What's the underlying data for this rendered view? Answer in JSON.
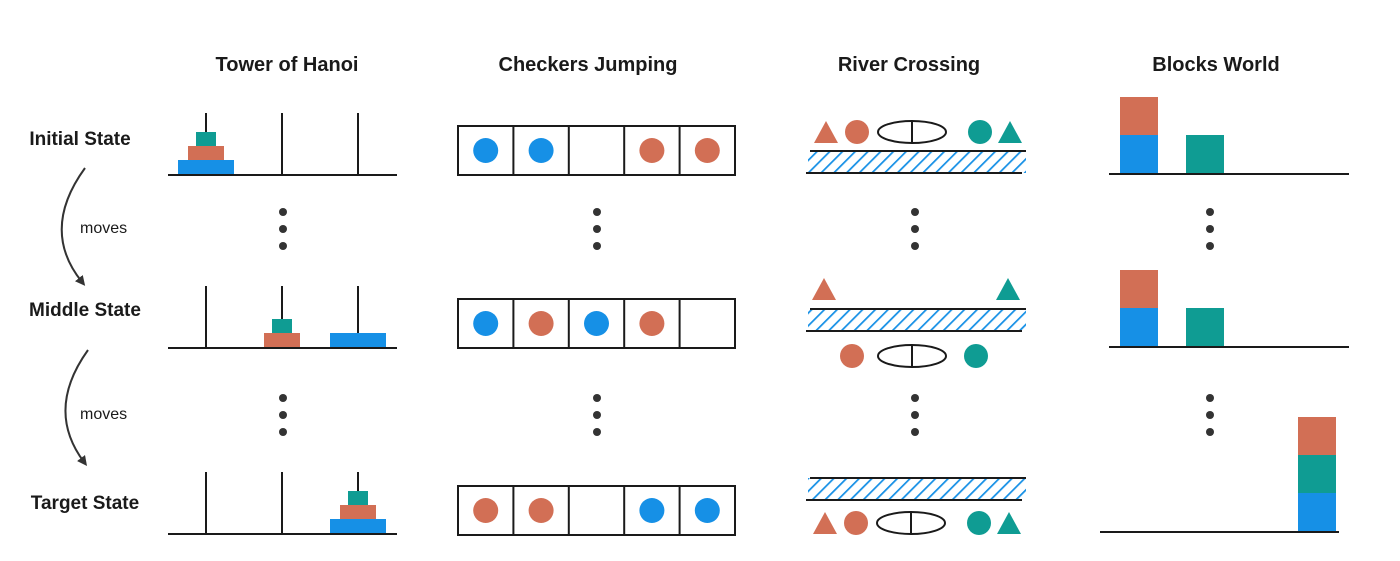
{
  "colors": {
    "blue": "#1690e6",
    "orange": "#d26f55",
    "teal": "#0f9c93",
    "line": "#1a1a1a",
    "dot": "#333333"
  },
  "columns": [
    {
      "id": "hanoi",
      "title": "Tower of Hanoi"
    },
    {
      "id": "checkers",
      "title": "Checkers Jumping"
    },
    {
      "id": "river",
      "title": "River Crossing"
    },
    {
      "id": "blocks",
      "title": "Blocks World"
    }
  ],
  "rows": [
    {
      "id": "initial",
      "label": "Initial State"
    },
    {
      "id": "middle",
      "label": "Middle State"
    },
    {
      "id": "target",
      "label": "Target State"
    }
  ],
  "transitions": [
    {
      "label": "moves"
    },
    {
      "label": "moves"
    }
  ],
  "hanoi": {
    "disk_colors": [
      "blue",
      "orange",
      "teal"
    ],
    "states": [
      {
        "pegs": [
          [
            0,
            1,
            2
          ],
          [],
          []
        ]
      },
      {
        "pegs": [
          [],
          [
            1,
            2
          ],
          [
            0
          ]
        ]
      },
      {
        "pegs": [
          [],
          [],
          [
            0,
            1,
            2
          ]
        ]
      }
    ]
  },
  "checkers": {
    "states": [
      [
        "blue",
        "blue",
        null,
        "orange",
        "orange"
      ],
      [
        "blue",
        "orange",
        "blue",
        "orange",
        null
      ],
      [
        "orange",
        "orange",
        null,
        "blue",
        "blue"
      ]
    ]
  },
  "river": {
    "states": [
      {
        "near_bank": [
          "orange-triangle",
          "orange-circle",
          "boat",
          "teal-circle",
          "teal-triangle"
        ],
        "far_bank": []
      },
      {
        "near_bank": [
          "orange-circle",
          "boat",
          "teal-circle"
        ],
        "far_bank": [
          "orange-triangle",
          "teal-triangle"
        ]
      },
      {
        "near_bank": [
          "orange-triangle",
          "orange-circle",
          "boat",
          "teal-circle",
          "teal-triangle"
        ],
        "far_bank": []
      }
    ]
  },
  "blocks": {
    "states": [
      {
        "stacks": [
          [
            "blue",
            "orange"
          ],
          [
            "teal"
          ],
          []
        ]
      },
      {
        "stacks": [
          [
            "blue",
            "orange"
          ],
          [
            "teal"
          ],
          []
        ]
      },
      {
        "stacks": [
          [],
          [],
          [
            "blue",
            "teal",
            "orange"
          ]
        ]
      }
    ]
  }
}
